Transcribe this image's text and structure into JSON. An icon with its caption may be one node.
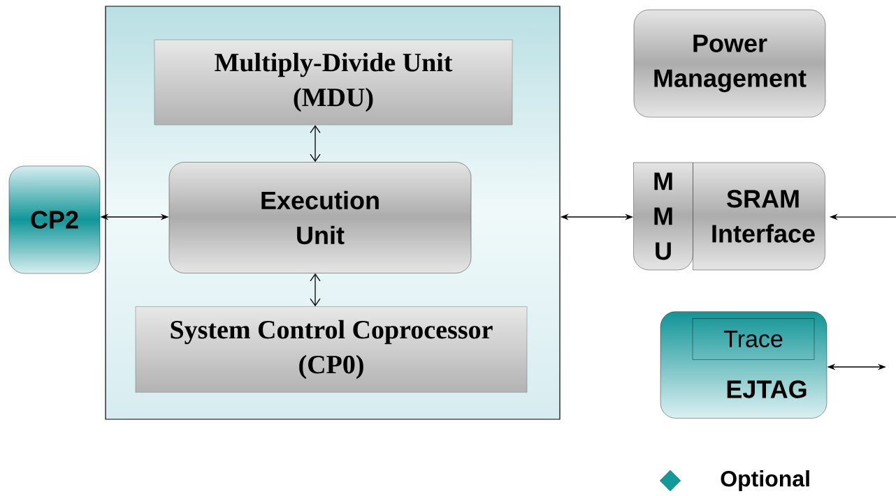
{
  "diagram": {
    "nodes": [
      {
        "text": [],
        "shape": "box"
      },
      {
        "text": [
          "Multiply-Divide Unit (MDU)"
        ],
        "in": 0
      },
      {
        "text": [
          "Execution Unit"
        ],
        "in": 0
      },
      {
        "text": [
          "System Control Coprocessor (CP0)"
        ],
        "in": 0
      },
      {
        "text": [
          "CP2"
        ]
      },
      {
        "text": [
          "Power Management"
        ]
      },
      {
        "text": [
          "M M U"
        ]
      },
      {
        "text": [
          "SRAM Interface"
        ]
      },
      {
        "text": [
          "EJTAG"
        ]
      },
      {
        "text": [
          "Trace"
        ],
        "in": 8
      }
    ],
    "edges": [
      {
        "from": 1,
        "to": 2,
        "arrow": "both"
      },
      {
        "from": 2,
        "to": 3,
        "arrow": "both"
      },
      {
        "from": 4,
        "to": 2,
        "arrow": "both"
      },
      {
        "from": 0,
        "to": 6,
        "arrow": "both"
      },
      {
        "from": null,
        "to": 7,
        "arrow": "to"
      },
      {
        "from": 8,
        "to": null,
        "arrow": "both"
      }
    ],
    "legend": [
      {
        "text": "Optional",
        "color": "#109a9a"
      }
    ]
  }
}
